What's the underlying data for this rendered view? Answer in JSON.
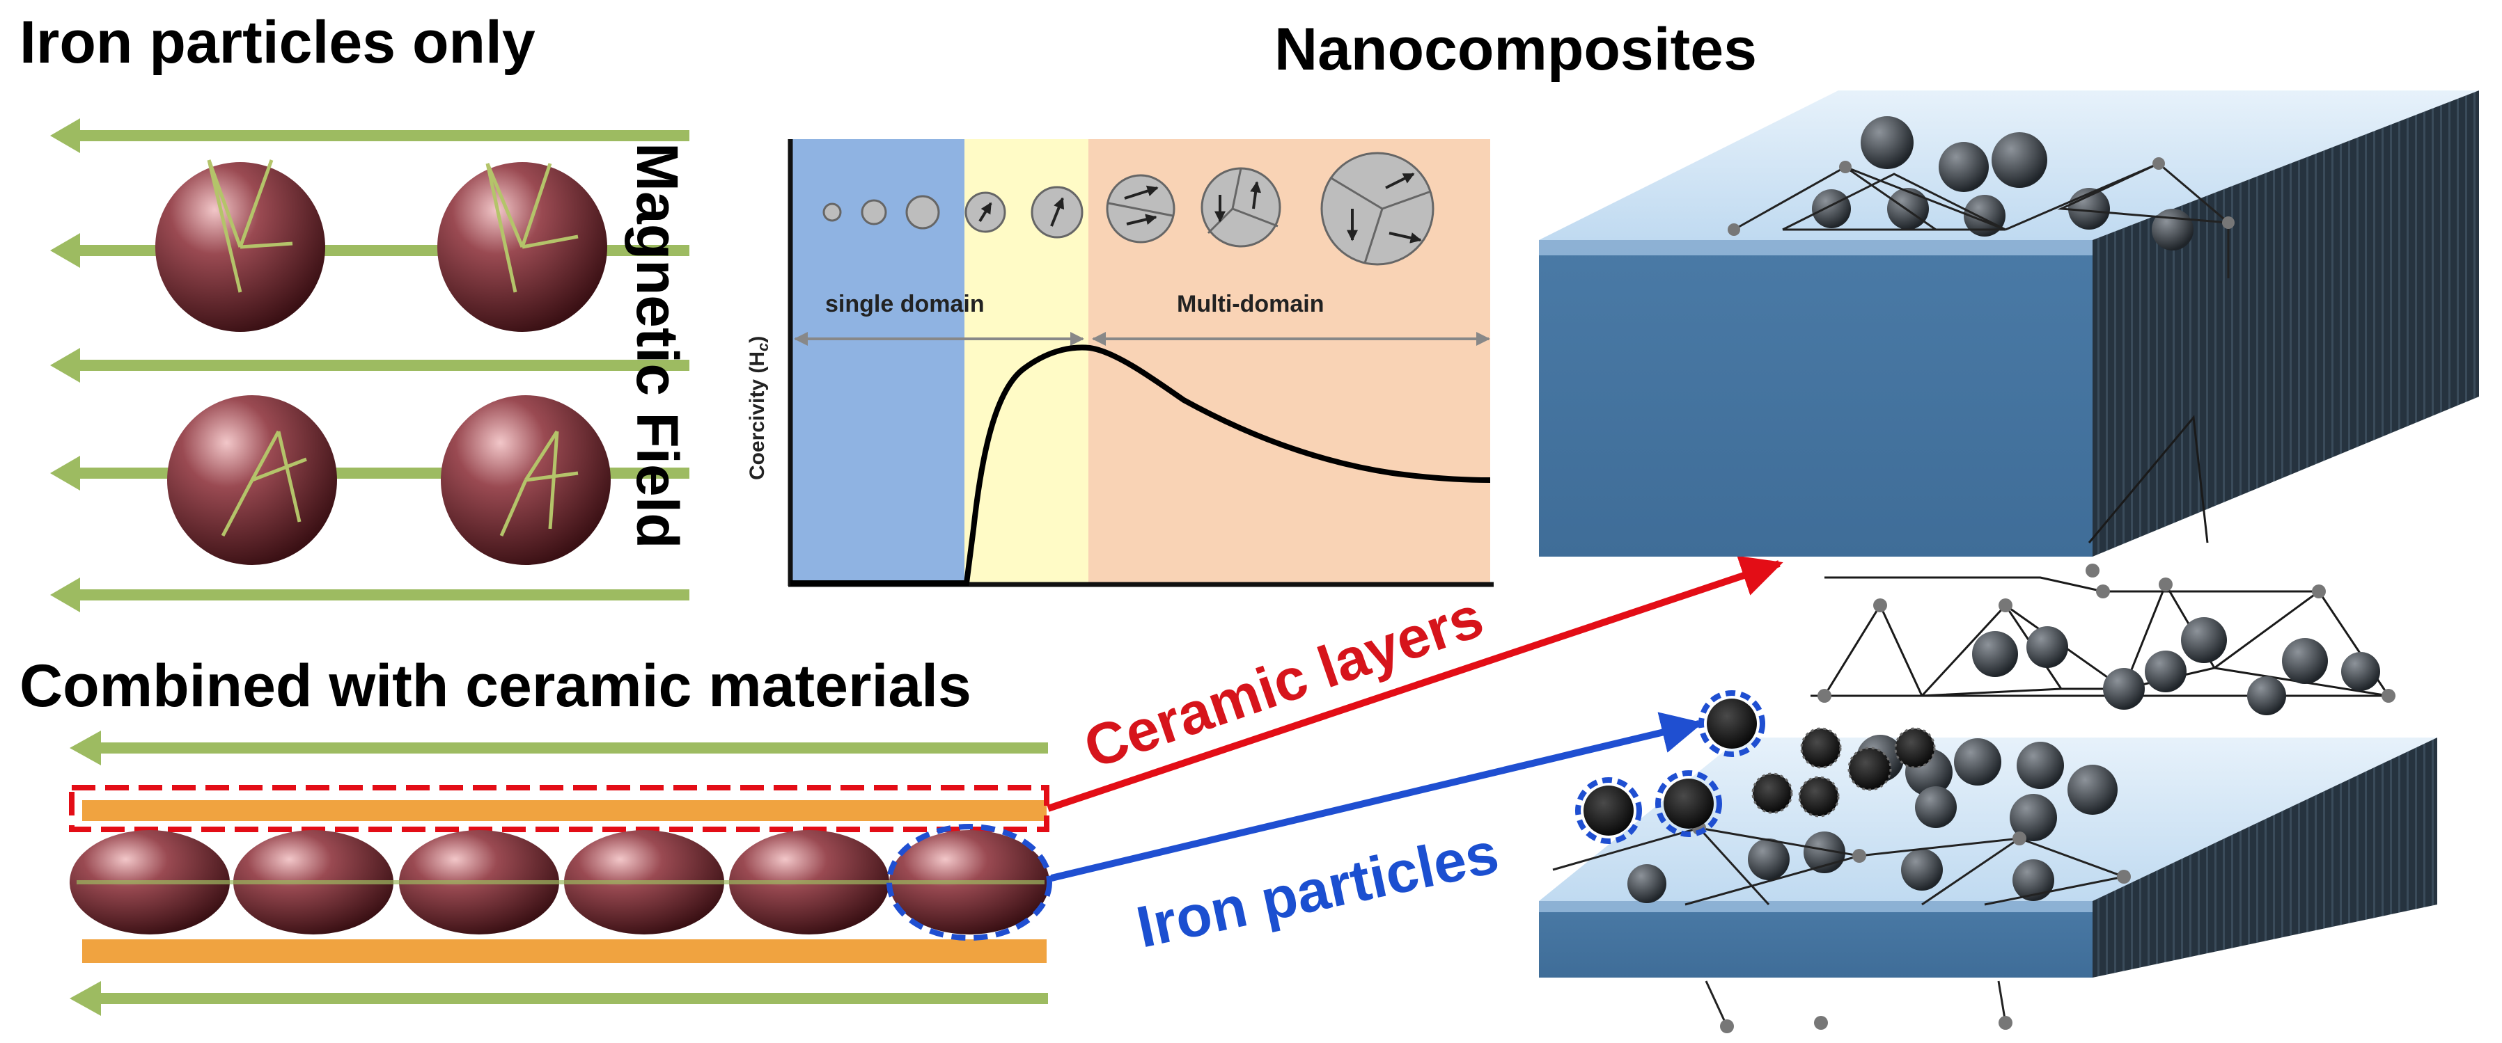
{
  "headings": {
    "iron_only": "Iron particles only",
    "nanocomposites": "Nanocomposites",
    "combined": "Combined with ceramic materials",
    "magnetic_field": "Magnetic Field"
  },
  "labels": {
    "ceramic_layers": "Ceramic layers",
    "iron_particles": "Iron particles"
  },
  "inset": {
    "y_axis_label": "Coercivity (H",
    "y_axis_sub": "c",
    "y_axis_close": ")",
    "region_single": "single domain",
    "region_multi": "Multi-domain"
  },
  "colors": {
    "field_arrow": "#9dbb61",
    "particle": "#6e2b31",
    "ceramic_layer": "#f0a340",
    "highlight_red": "#e30d16",
    "highlight_blue": "#1f4fd1",
    "slab": "#4677a3",
    "slab_top": "#cfe3f5",
    "region_single": "#8fb3e2",
    "region_transition": "#fffbc6",
    "region_multi": "#f9d3b5"
  }
}
